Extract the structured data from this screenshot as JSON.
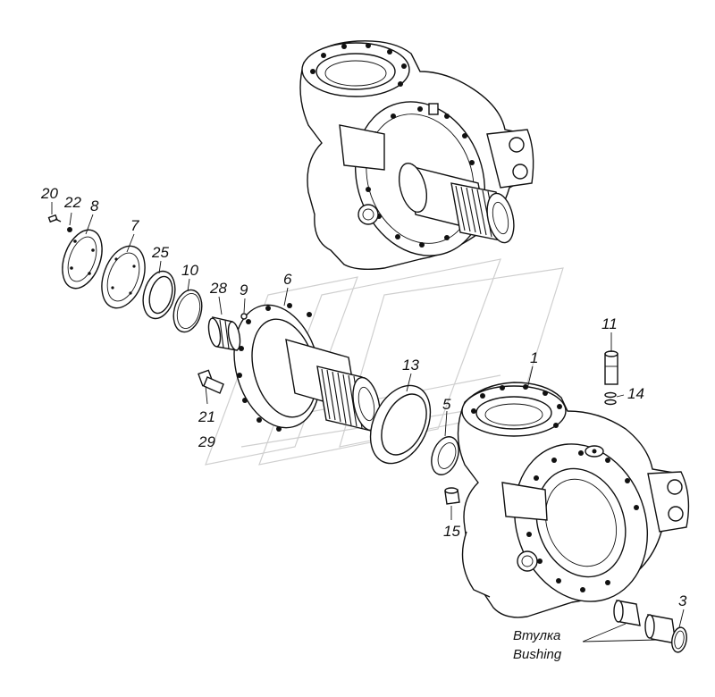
{
  "labels": {
    "p1": "1",
    "p3": "3",
    "p5": "5",
    "p6": "6",
    "p7": "7",
    "p8": "8",
    "p9": "9",
    "p10": "10",
    "p11": "11",
    "p13": "13",
    "p14": "14",
    "p15": "15",
    "p20": "20",
    "p21": "21",
    "p22": "22",
    "p25": "25",
    "p28": "28",
    "p29": "29"
  },
  "caption": {
    "ru": "Втулка",
    "en": "Bushing"
  }
}
